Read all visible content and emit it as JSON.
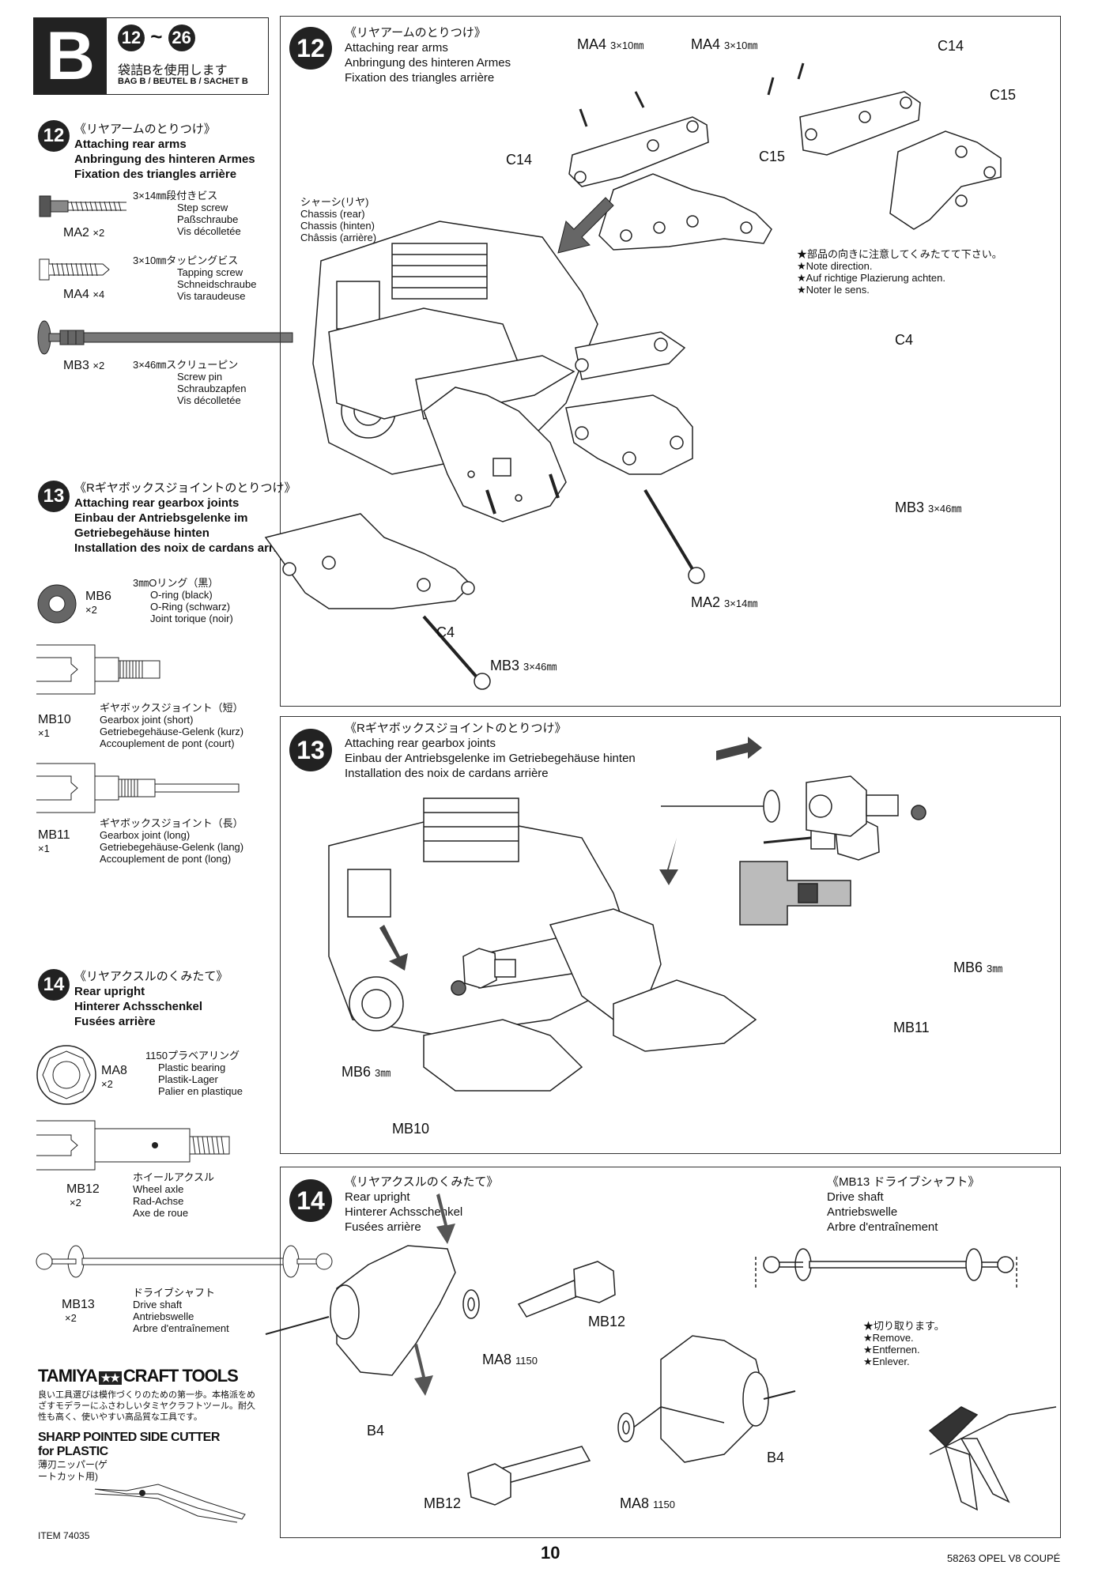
{
  "bag": {
    "letter": "B",
    "range_start": "12",
    "range_sep": "~",
    "range_end": "26",
    "jp": "袋詰Bを使用します",
    "en": "BAG B / BEUTEL B / SACHET B"
  },
  "sidebar": {
    "step12": {
      "num": "12",
      "jp": "《リヤアームのとりつけ》",
      "en": "Attaching rear arms",
      "de": "Anbringung des hinteren Armes",
      "fr": "Fixation des triangles arrière",
      "parts": [
        {
          "code": "MA2",
          "qty": "×2",
          "jp": "3×14㎜段付きビス",
          "en": "Step screw",
          "de": "Paßschraube",
          "fr": "Vis décolletée"
        },
        {
          "code": "MA4",
          "qty": "×4",
          "jp": "3×10㎜タッピングビス",
          "en": "Tapping screw",
          "de": "Schneidschraube",
          "fr": "Vis taraudeuse"
        },
        {
          "code": "MB3",
          "qty": "×2",
          "jp": "3×46㎜スクリューピン",
          "en": "Screw pin",
          "de": "Schraubzapfen",
          "fr": "Vis décolletée"
        }
      ]
    },
    "step13": {
      "num": "13",
      "jp": "《Rギヤボックスジョイントのとりつけ》",
      "en": "Attaching rear gearbox joints",
      "de": "Einbau der Antriebsgelenke im Getriebegehäuse hinten",
      "fr": "Installation des noix de cardans arrière",
      "parts": [
        {
          "code": "MB6",
          "qty": "×2",
          "jp": "3㎜Oリング（黒）",
          "en": "O-ring (black)",
          "de": "O-Ring (schwarz)",
          "fr": "Joint torique (noir)"
        },
        {
          "code": "MB10",
          "qty": "×1",
          "jp": "ギヤボックスジョイント（短）",
          "en": "Gearbox joint (short)",
          "de": "Getriebegehäuse-Gelenk (kurz)",
          "fr": "Accouplement de pont (court)"
        },
        {
          "code": "MB11",
          "qty": "×1",
          "jp": "ギヤボックスジョイント（長）",
          "en": "Gearbox joint (long)",
          "de": "Getriebegehäuse-Gelenk (lang)",
          "fr": "Accouplement de pont (long)"
        }
      ]
    },
    "step14": {
      "num": "14",
      "jp": "《リヤアクスルのくみたて》",
      "en": "Rear upright",
      "de": "Hinterer Achsschenkel",
      "fr": "Fusées arrière",
      "parts": [
        {
          "code": "MA8",
          "qty": "×2",
          "jp": "1150プラベアリング",
          "en": "Plastic bearing",
          "de": "Plastik-Lager",
          "fr": "Palier en plastique"
        },
        {
          "code": "MB12",
          "qty": "×2",
          "jp": "ホイールアクスル",
          "en": "Wheel axle",
          "de": "Rad-Achse",
          "fr": "Axe de roue"
        },
        {
          "code": "MB13",
          "qty": "×2",
          "jp": "ドライブシャフト",
          "en": "Drive shaft",
          "de": "Antriebswelle",
          "fr": "Arbre d'entraînement"
        }
      ]
    }
  },
  "tools_ad": {
    "brand": "TAMIYA",
    "brand2": "CRAFT TOOLS",
    "jp": "良い工具選びは模作づくりのための第一歩。本格派をめざすモデラーにふさわしいタミヤクラフトツール。耐久性も高く、使いやすい高品質な工具です。",
    "product_line1": "SHARP POINTED SIDE CUTTER",
    "product_line2": "for PLASTIC",
    "product_jp": "薄刃ニッパー(ゲートカット用)",
    "item": "ITEM 74035"
  },
  "panel12": {
    "num": "12",
    "jp": "《リヤアームのとりつけ》",
    "en": "Attaching rear arms",
    "de": "Anbringung des hinteren Armes",
    "fr": "Fixation des triangles arrière",
    "chassis_jp": "シャーシ(リヤ)",
    "chassis_en": "Chassis (rear)",
    "chassis_de": "Chassis (hinten)",
    "chassis_fr": "Châssis (arrière)",
    "note_jp": "★部品の向きに注意してくみたてて下さい。",
    "note_en": "★Note direction.",
    "note_de": "★Auf richtige Plazierung achten.",
    "note_fr": "★Noter le sens.",
    "labels": {
      "ma4_a": "MA4",
      "ma4_a_size": "3×10㎜",
      "ma4_b": "MA4",
      "ma4_b_size": "3×10㎜",
      "c14_a": "C14",
      "c14_b": "C14",
      "c15_a": "C15",
      "c15_b": "C15",
      "c4_a": "C4",
      "c4_b": "C4",
      "mb3_a": "MB3",
      "mb3_a_size": "3×46㎜",
      "mb3_b": "MB3",
      "mb3_b_size": "3×46㎜",
      "ma2": "MA2",
      "ma2_size": "3×14㎜"
    }
  },
  "panel13": {
    "num": "13",
    "jp": "《Rギヤボックスジョイントのとりつけ》",
    "en": "Attaching rear gearbox joints",
    "de": "Einbau der Antriebsgelenke im Getriebegehäuse hinten",
    "fr": "Installation des noix de cardans arrière",
    "labels": {
      "mb6_a": "MB6",
      "mb6_a_size": "3㎜",
      "mb6_b": "MB6",
      "mb6_b_size": "3㎜",
      "mb10": "MB10",
      "mb11": "MB11"
    }
  },
  "panel14": {
    "num": "14",
    "jp": "《リヤアクスルのくみたて》",
    "en": "Rear upright",
    "de": "Hinterer Achsschenkel",
    "fr": "Fusées arrière",
    "mb13_jp": "《MB13 ドライブシャフト》",
    "mb13_en": "Drive shaft",
    "mb13_de": "Antriebswelle",
    "mb13_fr": "Arbre d'entraînement",
    "remove_jp": "★切り取ります。",
    "remove_en": "★Remove.",
    "remove_de": "★Entfernen.",
    "remove_fr": "★Enlever.",
    "labels": {
      "mb12_a": "MB12",
      "mb12_b": "MB12",
      "ma8_a": "MA8",
      "ma8_a_size": "1150",
      "ma8_b": "MA8",
      "ma8_b_size": "1150",
      "b4_a": "B4",
      "b4_b": "B4"
    }
  },
  "footer": {
    "page": "10",
    "model": "58263  OPEL V8 COUPÉ"
  }
}
